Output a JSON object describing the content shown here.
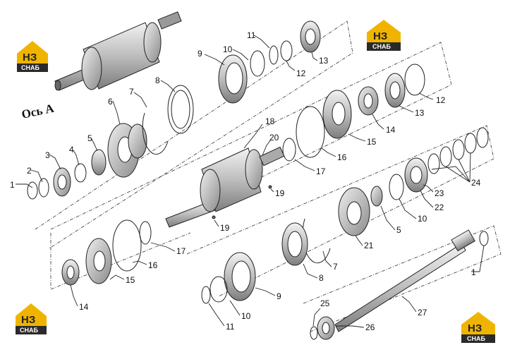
{
  "title": "Ось А",
  "logo": {
    "mark": "НЗ",
    "word": "СНАБ",
    "color": "#f0b400",
    "dark": "#2a2a2a"
  },
  "colors": {
    "line": "#222222",
    "part_fill": "#d9d9d9",
    "part_dark": "#7a7a7a"
  },
  "labels": [
    {
      "id": "l1a",
      "text": "1"
    },
    {
      "id": "l2",
      "text": "2"
    },
    {
      "id": "l3",
      "text": "3"
    },
    {
      "id": "l4",
      "text": "4"
    },
    {
      "id": "l5a",
      "text": "5"
    },
    {
      "id": "l6",
      "text": "6"
    },
    {
      "id": "l7a",
      "text": "7"
    },
    {
      "id": "l8a",
      "text": "8"
    },
    {
      "id": "l9a",
      "text": "9"
    },
    {
      "id": "l10a",
      "text": "10"
    },
    {
      "id": "l11a",
      "text": "11"
    },
    {
      "id": "l12a",
      "text": "12"
    },
    {
      "id": "l13a",
      "text": "13"
    },
    {
      "id": "l12b",
      "text": "12"
    },
    {
      "id": "l13b",
      "text": "13"
    },
    {
      "id": "l14a",
      "text": "14"
    },
    {
      "id": "l15a",
      "text": "15"
    },
    {
      "id": "l16a",
      "text": "16"
    },
    {
      "id": "l17a",
      "text": "17"
    },
    {
      "id": "l18",
      "text": "18"
    },
    {
      "id": "l20",
      "text": "20"
    },
    {
      "id": "l19a",
      "text": "19"
    },
    {
      "id": "l19b",
      "text": "19"
    },
    {
      "id": "l24",
      "text": "24"
    },
    {
      "id": "l23",
      "text": "23"
    },
    {
      "id": "l22",
      "text": "22"
    },
    {
      "id": "l10b",
      "text": "10"
    },
    {
      "id": "l5b",
      "text": "5"
    },
    {
      "id": "l21",
      "text": "21"
    },
    {
      "id": "l7b",
      "text": "7"
    },
    {
      "id": "l8b",
      "text": "8"
    },
    {
      "id": "l9b",
      "text": "9"
    },
    {
      "id": "l10c",
      "text": "10"
    },
    {
      "id": "l11b",
      "text": "11"
    },
    {
      "id": "l17b",
      "text": "17"
    },
    {
      "id": "l16b",
      "text": "16"
    },
    {
      "id": "l15b",
      "text": "15"
    },
    {
      "id": "l14b",
      "text": "14"
    },
    {
      "id": "l1b",
      "text": "1"
    },
    {
      "id": "l27",
      "text": "27"
    },
    {
      "id": "l25",
      "text": "25"
    },
    {
      "id": "l26",
      "text": "26"
    }
  ]
}
